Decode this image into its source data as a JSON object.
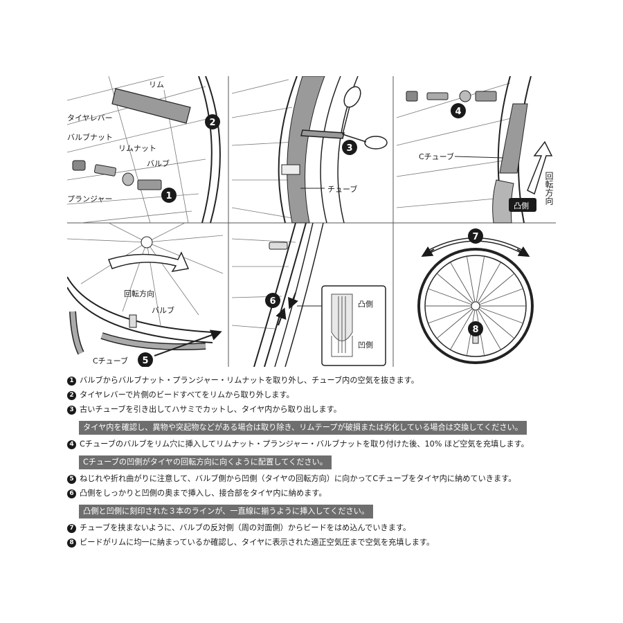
{
  "panels": {
    "p1": {
      "rim": "リム",
      "tire_lever": "タイヤレバー",
      "valve_nut": "バルブナット",
      "rim_nut": "リムナット",
      "valve": "バルブ",
      "plunger": "プランジャー",
      "num_2": "2",
      "num_1": "1"
    },
    "p2": {
      "tube": "チューブ",
      "num": "3"
    },
    "p3": {
      "c_tube": "Cチューブ",
      "rotation_direction": "回転方向",
      "convex_side": "凸側",
      "num": "4"
    },
    "p4": {
      "rotation_direction": "回転方向",
      "valve": "バルブ",
      "c_tube": "Cチューブ",
      "num": "5"
    },
    "p5": {
      "convex_side": "凸側",
      "concave_side": "凹側",
      "num": "6"
    },
    "p6": {
      "num_top": "7",
      "num_bottom": "8"
    }
  },
  "steps": [
    {
      "num": "1",
      "text": "バルブからバルブナット・プランジャー・リムナットを取り外し、チューブ内の空気を抜きます。"
    },
    {
      "num": "2",
      "text": "タイヤレバーで片側のビードすべてをリムから取り外します。"
    },
    {
      "num": "3",
      "text": "古いチューブを引き出してハサミでカットし、タイヤ内から取り出します。",
      "note": "タイヤ内を確認し、異物や突起物などがある場合は取り除き、リムテープが破損または劣化している場合は交換してください。"
    },
    {
      "num": "4",
      "text": "Cチューブのバルブをリム穴に挿入してリムナット・プランジャー・バルブナットを取り付けた後、10% ほど空気を充填します。",
      "note": "Cチューブの凹側がタイヤの回転方向に向くように配置してください。"
    },
    {
      "num": "5",
      "text": "ねじれや折れ曲がりに注意して、バルブ側から凹側（タイヤの回転方向）に向かってCチューブをタイヤ内に納めていきます。"
    },
    {
      "num": "6",
      "text": "凸側をしっかりと凹側の奥まで挿入し、接合部をタイヤ内に納めます。",
      "note": "凸側と凹側に刻印された３本のラインが、一直線に揃うように挿入してください。"
    },
    {
      "num": "7",
      "text": "チューブを挟まないように、バルブの反対側（周の対面側）からビードをはめ込んでいきます。"
    },
    {
      "num": "8",
      "text": "ビードがリムに均一に納まっているか確認し、タイヤに表示された適正空気圧まで空気を充填します。"
    }
  ]
}
